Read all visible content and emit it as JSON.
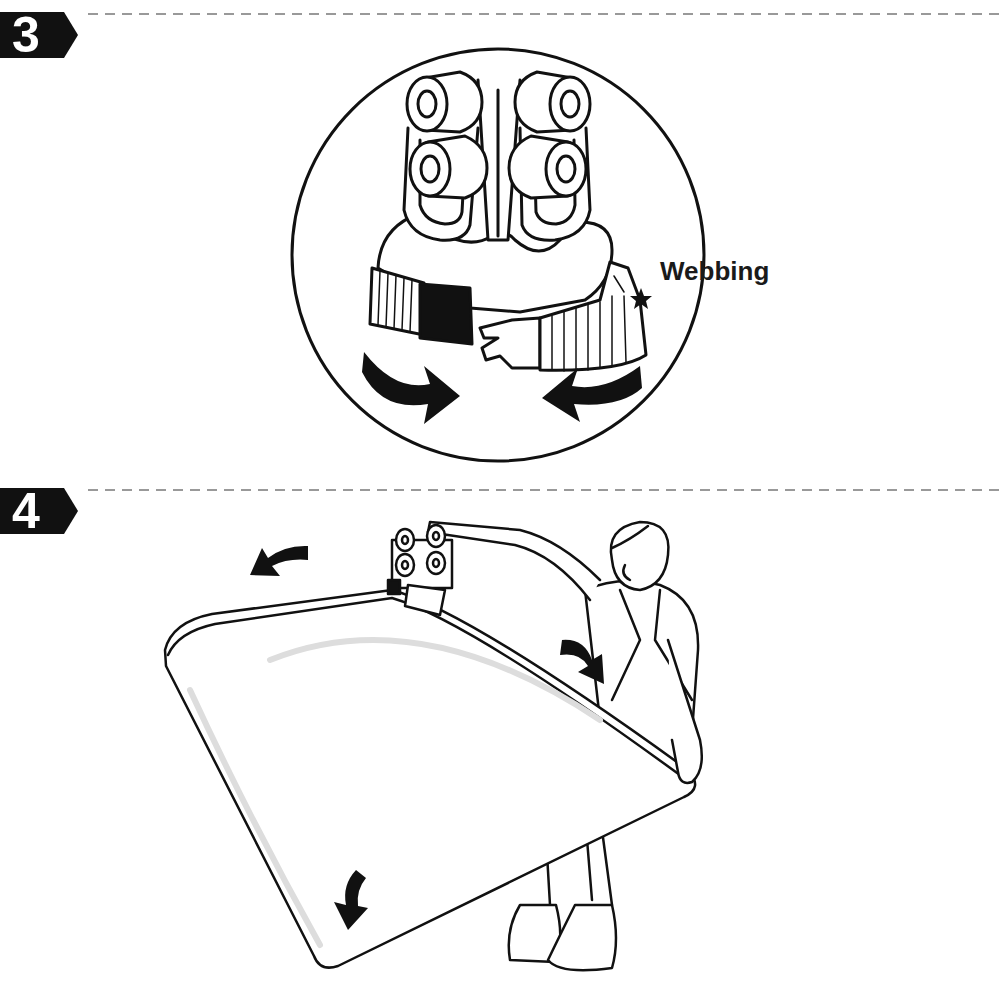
{
  "diagram": {
    "nodes": [
      {
        "text": [
          "3"
        ]
      },
      {
        "text": [
          "4"
        ]
      }
    ],
    "labels": [
      "Webbing"
    ]
  }
}
